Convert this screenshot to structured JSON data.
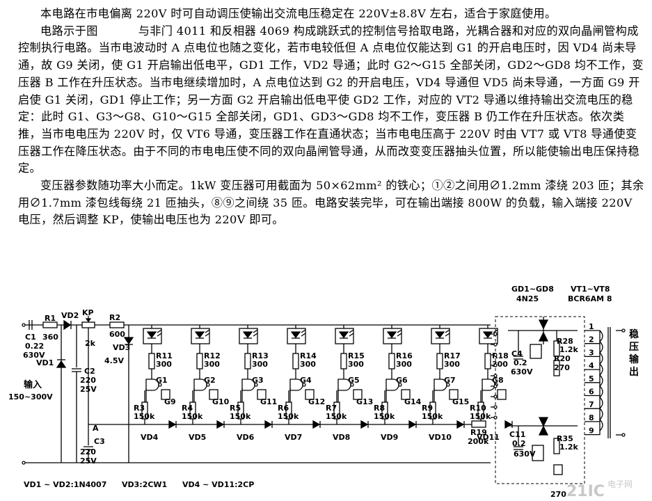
{
  "article": {
    "p1": "本电路在市电偏离 220V 时可自动调压使输出交流电压稳定在 220V±8.8V 左右，适合于家庭使用。",
    "p2_a": "电路示于图",
    "p2_b": "与非门 4011 和反相器 4069 构成跳跃式的控制信号拾取电路，光耦合器和对应的双向晶闸管构成控制执行电路。当市电波动时 A 点电位也随之变化，若市电较低但 A 点电位仅能达到 G1 的开启电压时，因 VD4 尚未导通，故 G9 关闭，使 G1 开启输出低电平，GD1 工作，VD2 导通；此时 G2～G15 全部关闭，GD2～GD8 均不工作，变压器 B 工作在升压状态。当市电继续增加时，A 点电位达到 G2 的开启电压，VD4 导通但 VD5 尚未导通，一方面 G9 开启使 G1 关闭，GD1 停止工作；另一方面 G2 开启输出低电平使 GD2 工作，对应的 VT2 导通以维持输出交流电压的稳定：此时 G1、G3～G8、G10～G15 全部关闭，GD1、GD3～GD8 均不工作，变压器 B 仍工作在升压状态。依次类推，当市电电压为 220V 时，仅 VT6 导通，变压器工作在直通状态；当市电电压高于 220V 时由 VT7 或 VT8 导通使变压器工作在降压状态。由于不同的市电电压使不同的双向晶闸管导通，从而改变变压器抽头位置，所以能使输出电压保持稳定。",
    "p3": "变压器参数随功率大小而定。1kW 变压器可用截面为 50×62mm² 的铁心；①②之间用∅1.2mm 漆绕 203 匝；其余用∅1.7mm 漆包线每绕 21 匝抽头，⑧⑨之间绕 35 匝。电路安装完毕，可在输出端接 800W 的负载，输入端接 220V 电压，然后调整 KP，使输出电压也为 220V 即可。"
  },
  "schematic": {
    "input": {
      "c1": "C1",
      "c1_val1": "0.22",
      "c1_val2": "630V",
      "r1": "R1",
      "r1_val": "360",
      "vd1": "VD1",
      "vd2": "VD2",
      "kp": "KP",
      "kp_val": "2k",
      "c2": "C2",
      "c2_val1": "220",
      "c2_val2": "25V",
      "c3": "C3",
      "c3_val1": "220",
      "c3_val2": "25V",
      "r2": "R2",
      "r2_val": "600",
      "vd3": "VD3",
      "vd3_val": "4.5V",
      "node_a": "A",
      "input_label": "输入",
      "input_range": "150~300V"
    },
    "stages": [
      {
        "r_top": "R11",
        "r_top_val": "300",
        "gate": "G1",
        "gate_b": "G9",
        "r_bot": "R3",
        "r_bot_val": "150k",
        "diode": "VD4"
      },
      {
        "r_top": "R12",
        "r_top_val": "300",
        "gate": "G2",
        "gate_b": "G10",
        "r_bot": "R4",
        "r_bot_val": "150k",
        "diode": "VD5"
      },
      {
        "r_top": "R13",
        "r_top_val": "300",
        "gate": "G3",
        "gate_b": "G11",
        "r_bot": "R5",
        "r_bot_val": "150k",
        "diode": "VD6"
      },
      {
        "r_top": "R14",
        "r_top_val": "300",
        "gate": "G4",
        "gate_b": "G12",
        "r_bot": "R6",
        "r_bot_val": "150k",
        "diode": "VD7"
      },
      {
        "r_top": "R15",
        "r_top_val": "300",
        "gate": "G5",
        "gate_b": "G13",
        "r_bot": "R7",
        "r_bot_val": "150k",
        "diode": "VD8"
      },
      {
        "r_top": "R16",
        "r_top_val": "300",
        "gate": "G6",
        "gate_b": "G14",
        "r_bot": "R8",
        "r_bot_val": "150k",
        "diode": "VD9"
      },
      {
        "r_top": "R17",
        "r_top_val": "300",
        "gate": "G7",
        "gate_b": "G15",
        "r_bot": "R9",
        "r_bot_val": "150k",
        "diode": "VD10"
      },
      {
        "r_top": "R18",
        "r_top_val": "300",
        "gate": "G8",
        "gate_b": "",
        "r_bot": "R10",
        "r_bot_val": "150k",
        "diode": "VD11"
      }
    ],
    "r19": "R19",
    "r19_val": "200k",
    "opto_label1": "GD1~GD8",
    "opto_label2": "4N25",
    "triac_label1": "VT1~VT8",
    "triac_label2": "BCR6AM 8",
    "snubber_top": {
      "c": "C4",
      "c_val1": "0.2",
      "c_val2": "630V",
      "r_a": "R28",
      "r_a_val": "1.2k",
      "r_b": "R20",
      "r_b_val": "270"
    },
    "snubber_bot": {
      "c": "C11",
      "c_val1": "0.2",
      "c_val2": "630V",
      "r_a": "R35",
      "r_a_val": "1.2k",
      "r_b_val": "270"
    },
    "taps": [
      "1",
      "2",
      "3",
      "4",
      "5",
      "6",
      "7",
      "8",
      "9"
    ],
    "output_label": "稳压输出",
    "footer_vd1": "VD1 ~ VD2:1N4007",
    "footer_vd3": "VD3:2CW1",
    "footer_vd4": "VD4 ~ VD11:2CP",
    "watermark_a": "21IC",
    "watermark_b": "电子网"
  }
}
